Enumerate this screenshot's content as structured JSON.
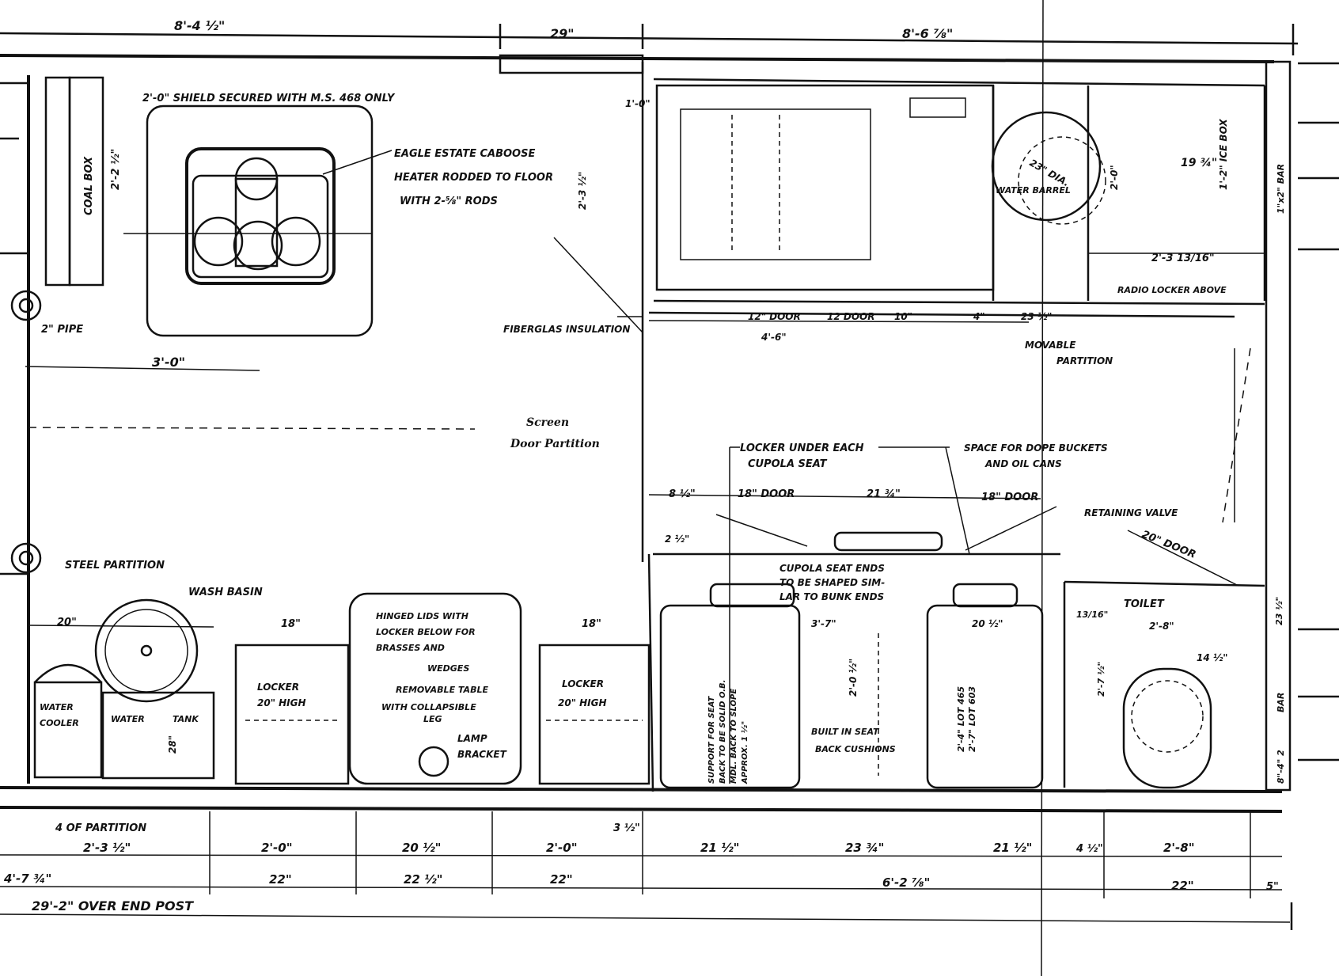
{
  "top_dimensions": {
    "left": "8'-4 ½\"",
    "door": "29\"",
    "right": "8'-6 ⅞\""
  },
  "heater_area": {
    "shield_note": "2'-0\" SHIELD SECURED WITH M.S. 468 ONLY",
    "heater_note_line1": "EAGLE ESTATE CABOOSE",
    "heater_note_line2": "HEATER RODDED TO FLOOR",
    "heater_note_line3": "WITH 2-⅝\" RODS",
    "heater_width": "3'-0\"",
    "height_dim": "2'-2 ½\"",
    "coal_box": "COAL BOX",
    "pipe": "2\" PIPE"
  },
  "upper_right": {
    "water_barrel": "WATER BARREL",
    "barrel_dia": "23\" DIA.",
    "ice_box": "1'-2\" ICE BOX",
    "ice_dim": "19 ¾\"",
    "locker_dim": "2'-3 13/16\"",
    "radio_locker": "RADIO LOCKER ABOVE",
    "vert_dim": "2'-3 ½\"",
    "barrel_dim": "2'-0\""
  },
  "mid_labels": {
    "fiberglas": "FIBERGLAS INSULATION",
    "door12": "12\" DOOR",
    "door12b": "12 DOOR",
    "dim_4_6": "4'-6\"",
    "dim_10": "10\"",
    "dim_4": "4\"",
    "dim_23": "23 ½\"",
    "movable": "MOVABLE",
    "partition": "PARTITION",
    "screen1": "Screen",
    "screen2": "Door Partition",
    "side_dim": "1'-0\""
  },
  "cupola_area": {
    "locker_note1": "LOCKER UNDER EACH",
    "locker_note2": "CUPOLA SEAT",
    "space_note1": "SPACE FOR DOPE BUCKETS",
    "space_note2": "AND OIL CANS",
    "door18a": "18\" DOOR",
    "door18b": "18\" DOOR",
    "dim_8": "8 ½\"",
    "dim_21": "21 ¾\"",
    "retaining": "RETAINING VALVE",
    "door20": "20\" DOOR",
    "dim_2": "2 ½\"",
    "seat_ends1": "CUPOLA SEAT ENDS",
    "seat_ends2": "TO BE SHAPED SIM-",
    "seat_ends3": "LAR TO BUNK ENDS"
  },
  "lower_left": {
    "steel_partition": "STEEL PARTITION",
    "wash_basin": "WASH BASIN",
    "dim_20": "20\"",
    "water_cooler1": "WATER",
    "water_cooler2": "COOLER",
    "water_tank_a": "WATER",
    "water_tank_b": "TANK",
    "tank_dim": "28\"",
    "locker1_w": "18\"",
    "locker1_a": "LOCKER",
    "locker1_b": "20\" HIGH",
    "lids1": "HINGED LIDS WITH",
    "lids2": "LOCKER BELOW FOR",
    "lids3": "BRASSES AND",
    "lids4": "WEDGES",
    "table1": "REMOVABLE TABLE",
    "table2": "WITH COLLAPSIBLE",
    "table3": "LEG",
    "lamp1": "LAMP",
    "lamp2": "BRACKET",
    "locker2_w": "18\"",
    "locker2_a": "LOCKER",
    "locker2_b": "20\" HIGH"
  },
  "lower_right": {
    "support1": "SUPPORT FOR SEAT",
    "support2": "BACK TO BE SOLID O.B.",
    "support3": "MDL. BACK TO SLOPE",
    "support4": "APPROX. 1 ½\"",
    "seat_w": "3'-7\"",
    "seat_h": "2'-0 ½\"",
    "built_in": "BUILT IN SEAT",
    "cushions": "BACK CUSHIONS",
    "lot_a": "2'-4\" LOT 465",
    "lot_b": "2'-7\" LOT 603",
    "dim_20_half": "20 ½\"",
    "toilet": "TOILET",
    "toilet_w": "2'-8\"",
    "toilet_d": "14 ½\"",
    "toilet_h": "2'-7 ½\"",
    "gap_13": "13/16\"",
    "side_23": "23 ½\"",
    "bar_a": "1\"x2\" BAR",
    "bar_b": "BAR",
    "bar_dim": "8\"-4\" 2"
  },
  "bottom_row1": {
    "partition": "4 OF PARTITION",
    "d1": "2'-3 ½\"",
    "d2": "2'-0\"",
    "d3": "20 ½\"",
    "d4": "2'-0\"",
    "d5": "3 ½\"",
    "d6": "21 ½\"",
    "d7": "23 ¾\"",
    "d8": "21 ½\"",
    "d9": "4 ½\"",
    "d10": "2'-8\""
  },
  "bottom_row2": {
    "d1": "4'-7 ¾\"",
    "d2": "22\"",
    "d3": "22 ½\"",
    "d4": "22\"",
    "d5": "6'-2 ⅞\"",
    "d6": "22\"",
    "d7": "5\""
  },
  "overall": "29'-2\" OVER END POST"
}
